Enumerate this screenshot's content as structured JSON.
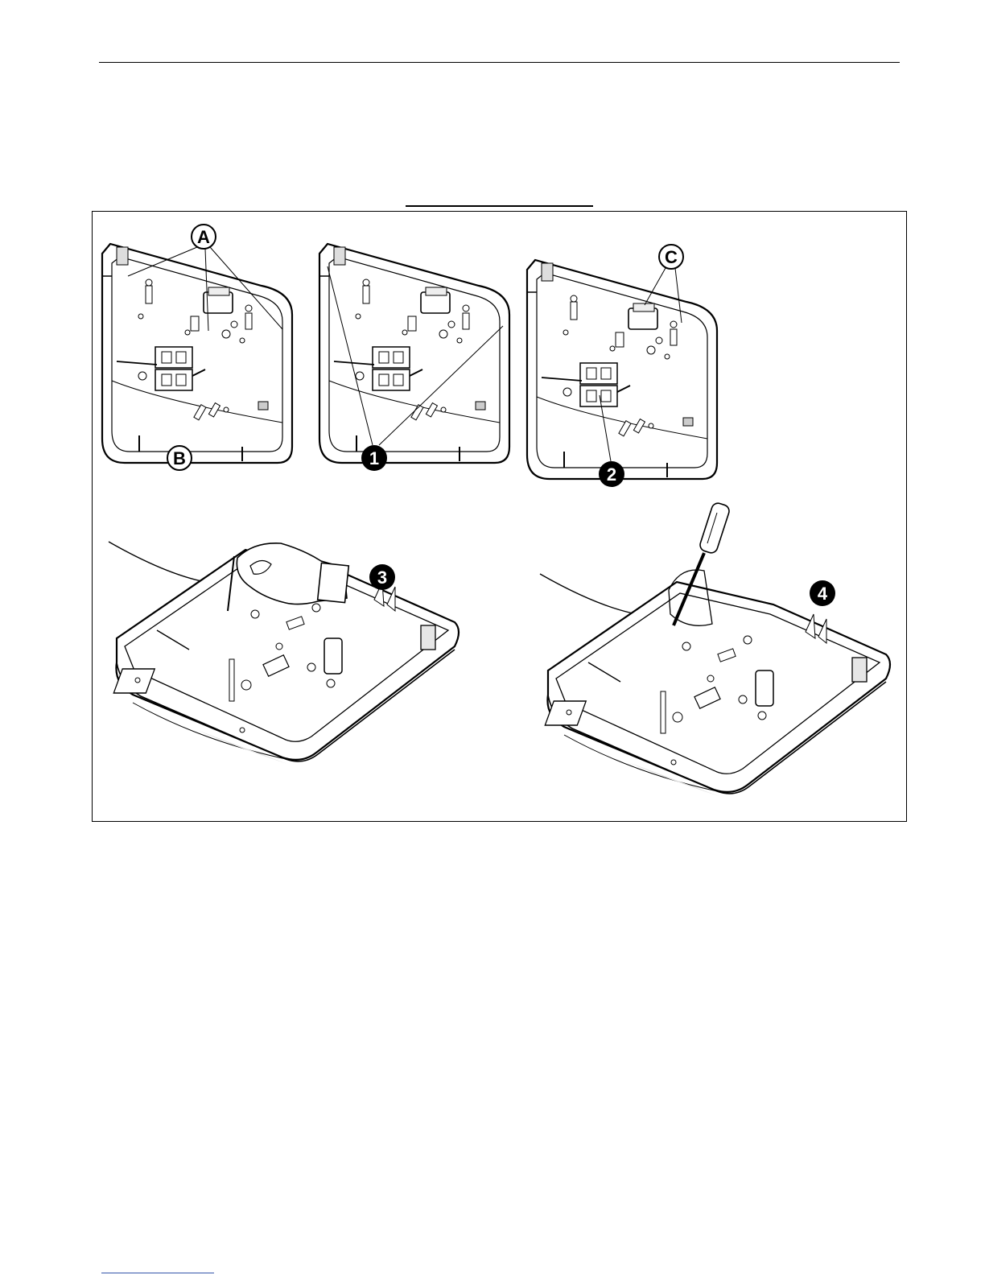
{
  "figure": {
    "callouts": {
      "letters": [
        "A",
        "B",
        "C"
      ],
      "steps": [
        "1",
        "2",
        "3",
        "4"
      ]
    },
    "colors": {
      "line": "#000000",
      "fill": "#ffffff",
      "shade": "#d8d8d8"
    }
  }
}
